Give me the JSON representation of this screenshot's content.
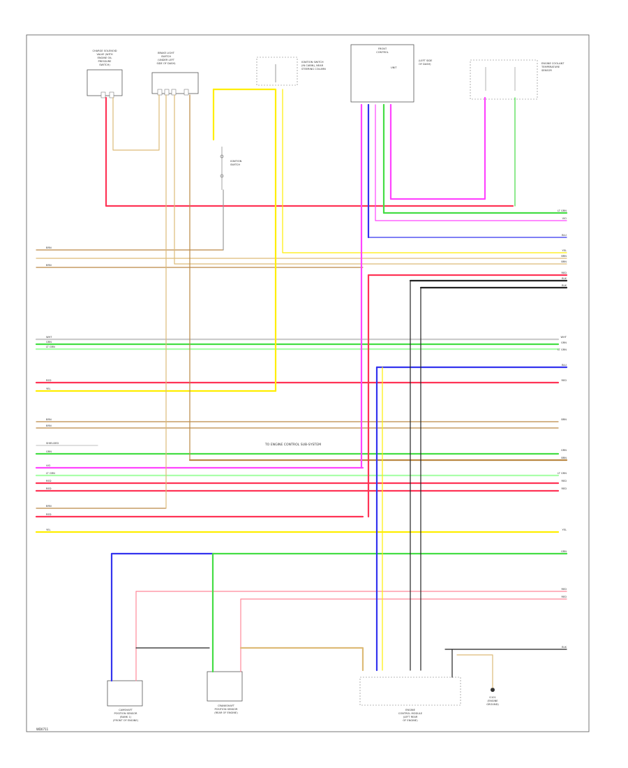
{
  "page_code": "WD0711",
  "system_label": "TO ENGINE CONTROL SUB-SYSTEM",
  "colors": {
    "RED": "#ff3355",
    "PINK": "#ff8899",
    "YEL": "#ffee00",
    "GRN": "#44dd44",
    "LTGRN": "#aaffaa",
    "BLU": "#3333ee",
    "VIO": "#ff44ff",
    "TAN": "#ddbb77",
    "BRN": "#bb8844",
    "GRY": "#999999",
    "BLK": "#222222",
    "WHT": "#cccccc"
  },
  "components": [
    {
      "id": "c1",
      "lines": [
        "CHARGE SOLENOID",
        "VALVE (WITH",
        "ENGINE OIL",
        "PRESSURE",
        "SWITCH)"
      ]
    },
    {
      "id": "c2",
      "lines": [
        "BRAKE LIGHT",
        "SWITCH",
        "(UNDER LEFT",
        "SIDE OF DASH)"
      ]
    },
    {
      "id": "c3",
      "lines": [
        "IGNITION SWITCH",
        "(IN CABIN), NEAR",
        "STEERING COLUMN"
      ]
    },
    {
      "id": "c4",
      "lines": [
        "IGNITION",
        "SWITCH"
      ]
    },
    {
      "id": "c5",
      "lines": [
        "FRONT",
        "CONTROL",
        "UNIT",
        "(LEFT SIDE",
        "OF DASH)"
      ]
    },
    {
      "id": "c6",
      "lines": [
        "ENGINE COOLANT",
        "TEMPERATURE",
        "SENSOR"
      ]
    },
    {
      "id": "c7",
      "lines": [
        "CAMSHAFT",
        "POSITION SENSOR",
        "(BANK 1)",
        "(FRONT OF ENGINE)"
      ]
    },
    {
      "id": "c8",
      "lines": [
        "CRANKSHAFT",
        "POSITION SENSOR",
        "(REAR OF ENGINE)"
      ]
    },
    {
      "id": "c9",
      "lines": [
        "ENGINE",
        "CONTROL MODULE",
        "(LEFT REAR",
        "OF ENGINE)"
      ]
    },
    {
      "id": "c10",
      "lines": [
        "G101",
        "(ENGINE",
        "GROUND)"
      ]
    }
  ],
  "wires_left": [
    {
      "id": "l1",
      "label": "BRN"
    },
    {
      "id": "l2",
      "label": "BRN"
    },
    {
      "id": "l3",
      "label": "WHT"
    },
    {
      "id": "l4",
      "label": "GRN"
    },
    {
      "id": "l5",
      "label": "LT GRN"
    },
    {
      "id": "l6",
      "label": "RED"
    },
    {
      "id": "l7",
      "label": "YEL"
    },
    {
      "id": "l8",
      "label": "BRN"
    },
    {
      "id": "l9",
      "label": "BRN"
    },
    {
      "id": "l10",
      "label": "SHIELDED"
    },
    {
      "id": "l11",
      "label": "GRN"
    },
    {
      "id": "l12",
      "label": "VIO"
    },
    {
      "id": "l13",
      "label": "LT GRN"
    },
    {
      "id": "l14",
      "label": "RED"
    },
    {
      "id": "l15",
      "label": "RED"
    },
    {
      "id": "l16",
      "label": "BRN"
    },
    {
      "id": "l17",
      "label": "RED"
    },
    {
      "id": "l18",
      "label": "YEL"
    }
  ],
  "wires_right": [
    {
      "id": "r1",
      "label": "LT GRN"
    },
    {
      "id": "r2",
      "label": "VIO"
    },
    {
      "id": "r3",
      "label": "BLU"
    },
    {
      "id": "r4",
      "label": "YEL"
    },
    {
      "id": "r5",
      "label": "BRN"
    },
    {
      "id": "r6",
      "label": "BRN"
    },
    {
      "id": "r7",
      "label": "RED"
    },
    {
      "id": "r8",
      "label": "BLK"
    },
    {
      "id": "r9",
      "label": "BLK"
    },
    {
      "id": "r10",
      "label": "WHT"
    },
    {
      "id": "r11",
      "label": "GRN"
    },
    {
      "id": "r12",
      "label": "LT GRN"
    },
    {
      "id": "r13",
      "label": "BLU"
    },
    {
      "id": "r14",
      "label": "RED"
    },
    {
      "id": "r15",
      "label": "BRN"
    },
    {
      "id": "r16",
      "label": "GRN"
    },
    {
      "id": "r17",
      "label": "BRN"
    },
    {
      "id": "r18",
      "label": "LT GRN"
    },
    {
      "id": "r19",
      "label": "RED"
    },
    {
      "id": "r20",
      "label": "RED"
    },
    {
      "id": "r21",
      "label": "YEL"
    },
    {
      "id": "r22",
      "label": "GRN"
    },
    {
      "id": "r23",
      "label": "RED"
    },
    {
      "id": "r24",
      "label": "RED"
    },
    {
      "id": "r25",
      "label": "BLK"
    }
  ]
}
